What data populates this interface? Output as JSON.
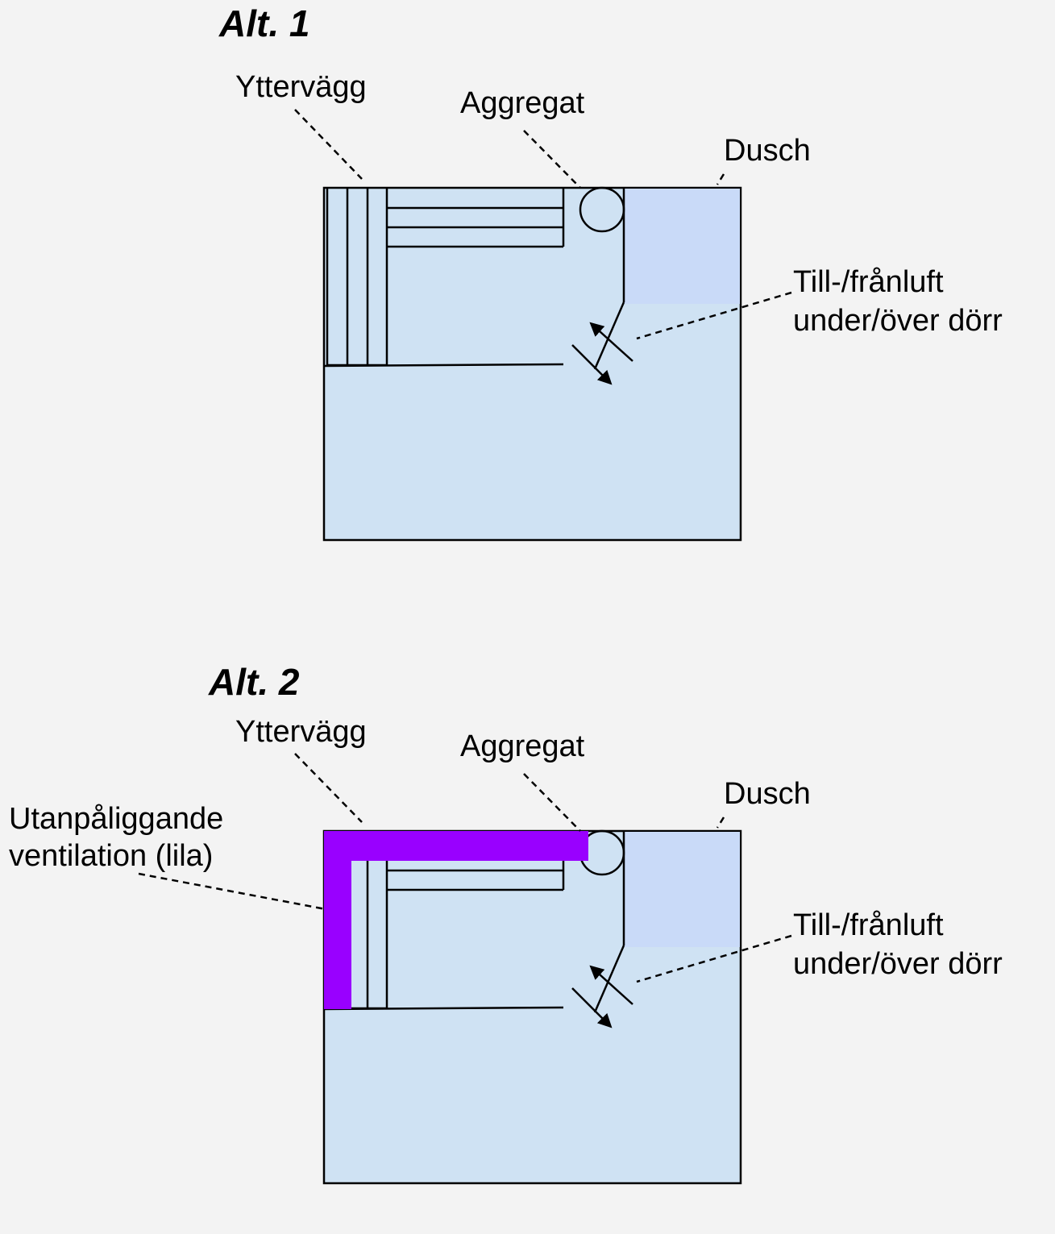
{
  "alternatives": [
    {
      "title": "Alt. 1",
      "labels": {
        "outer_wall": "Yttervägg",
        "unit": "Aggregat",
        "shower": "Dusch",
        "air_line1": "Till-/frånluft",
        "air_line2": "under/över dörr"
      }
    },
    {
      "title": "Alt. 2",
      "labels": {
        "outer_wall": "Yttervägg",
        "unit": "Aggregat",
        "shower": "Dusch",
        "air_line1": "Till-/frånluft",
        "air_line2": "under/över dörr",
        "external_vent_line1": "Utanpåliggande",
        "external_vent_line2": "ventilation (lila)"
      }
    }
  ],
  "colors": {
    "room_fill": "#cfe2f3",
    "shower_fill": "#c9daf8",
    "external_vent": "#9900ff",
    "background": "#f3f3f3"
  }
}
